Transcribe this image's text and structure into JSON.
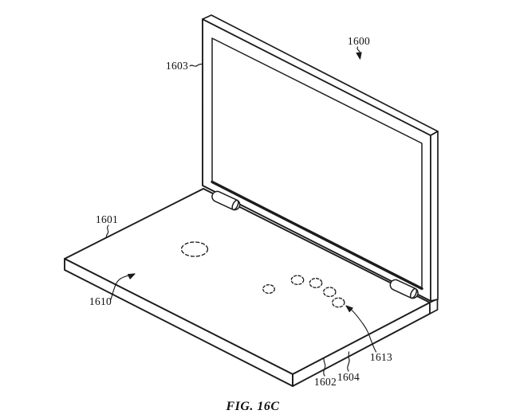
{
  "figure": {
    "caption": "FIG. 16C",
    "figure_number": "16C",
    "drawing_type": "patent-line-drawing",
    "subject": "laptop-with-open-lid-and-touch-regions",
    "colors": {
      "line": "#1c1c1c",
      "background": "#ffffff",
      "text": "#111111"
    },
    "labels": [
      {
        "text": "1600",
        "target": "laptop-device"
      },
      {
        "text": "1601",
        "target": "base-top-rear-edge"
      },
      {
        "text": "1602",
        "target": "base-front-edge"
      },
      {
        "text": "1603",
        "target": "display-housing-left-edge"
      },
      {
        "text": "1604",
        "target": "base-side-wall"
      },
      {
        "text": "1610",
        "target": "base-top-surface"
      },
      {
        "text": "1613",
        "target": "sensor-region-dashed-circle"
      }
    ]
  }
}
